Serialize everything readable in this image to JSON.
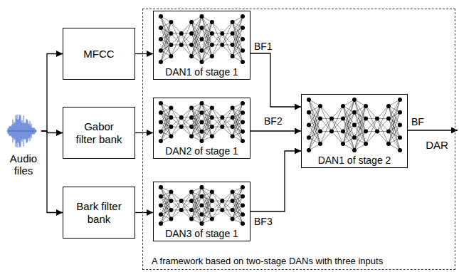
{
  "diagram": {
    "nodes": [
      {
        "text": [
          "Audio files"
        ]
      },
      {
        "text": [
          "MFCC"
        ]
      },
      {
        "text": [
          "Gabor filter bank"
        ]
      },
      {
        "text": [
          "Bark filter bank"
        ]
      },
      {
        "text": [
          "A framework based on two-stage DANs with three inputs"
        ]
      },
      {
        "text": [
          "DAN1 of stage 1"
        ],
        "in": 4
      },
      {
        "text": [
          "DAN2 of stage 1"
        ],
        "in": 4
      },
      {
        "text": [
          "DAN3 of stage 1"
        ],
        "in": 4
      },
      {
        "text": [
          "DAN1 of stage 2"
        ],
        "in": 4
      },
      {
        "text": [
          "DAR"
        ]
      }
    ],
    "edges": [
      {
        "from": 0,
        "to": 1,
        "arrow": "to"
      },
      {
        "from": 0,
        "to": 2,
        "arrow": "to"
      },
      {
        "from": 0,
        "to": 3,
        "arrow": "to"
      },
      {
        "from": 1,
        "to": 5,
        "arrow": "to"
      },
      {
        "from": 2,
        "to": 6,
        "arrow": "to"
      },
      {
        "from": 3,
        "to": 7,
        "arrow": "to"
      },
      {
        "from": 5,
        "to": 8,
        "label": "BF1",
        "arrow": "to"
      },
      {
        "from": 6,
        "to": 8,
        "label": "BF2",
        "arrow": "to"
      },
      {
        "from": 7,
        "to": 8,
        "label": "BF3",
        "arrow": "to"
      },
      {
        "from": 8,
        "to": 9,
        "label": "BF",
        "arrow": "to"
      }
    ]
  }
}
